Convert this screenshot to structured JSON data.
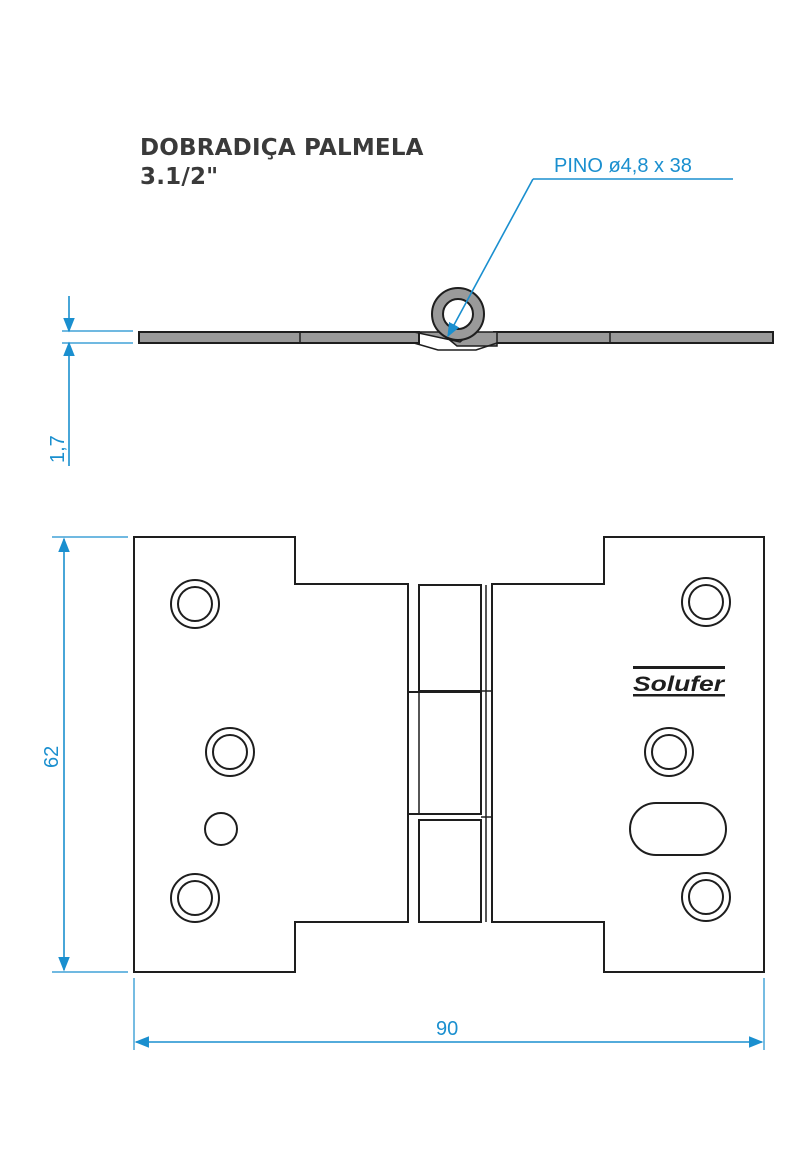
{
  "title": {
    "line1": "DOBRADIÇA PALMELA",
    "line2": "3.1/2\""
  },
  "callout": {
    "label": "PINO ø4,8 x 38"
  },
  "dimensions": {
    "thickness": "1,7",
    "height": "62",
    "width": "90"
  },
  "brand": {
    "logo_text": "Solufer"
  },
  "colors": {
    "dimension": "#1a8fcf",
    "outline": "#1e1e1e",
    "leaf_fill": "#9a9a9a",
    "title": "#3a3a3a"
  }
}
